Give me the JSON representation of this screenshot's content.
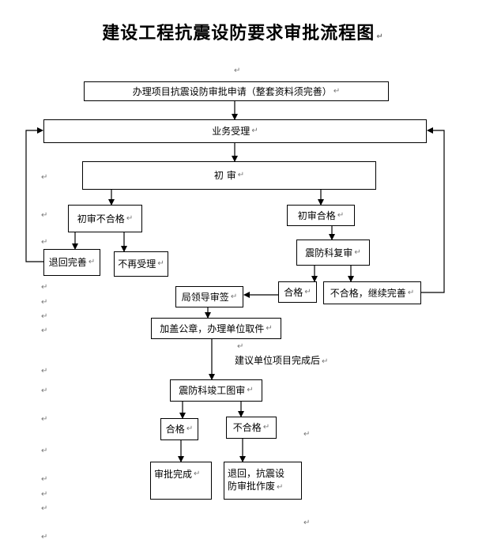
{
  "title": "建设工程抗震设防要求审批流程图",
  "para_mark": "↵",
  "nodes": {
    "apply": "办理项目抗震设防审批申请（整套资料须完善）",
    "accept": "业务受理",
    "first_review": "初 审",
    "first_fail": "初审不合格",
    "first_pass": "初审合格",
    "return_perfect": "退回完善",
    "no_accept": "不再受理",
    "recheck": "震防科复审",
    "pass1": "合格",
    "fail_continue": "不合格，继续完善",
    "leader_sign": "局领导审签",
    "seal": "加盖公章，办理单位取件",
    "completion_note": "建议单位项目完成后",
    "acceptance_review": "震防科竣工图审",
    "pass2": "合格",
    "fail2": "不合格",
    "approved": "审批完成",
    "revoke_line1": "退回，抗震设",
    "revoke_line2": "防审批作废"
  }
}
